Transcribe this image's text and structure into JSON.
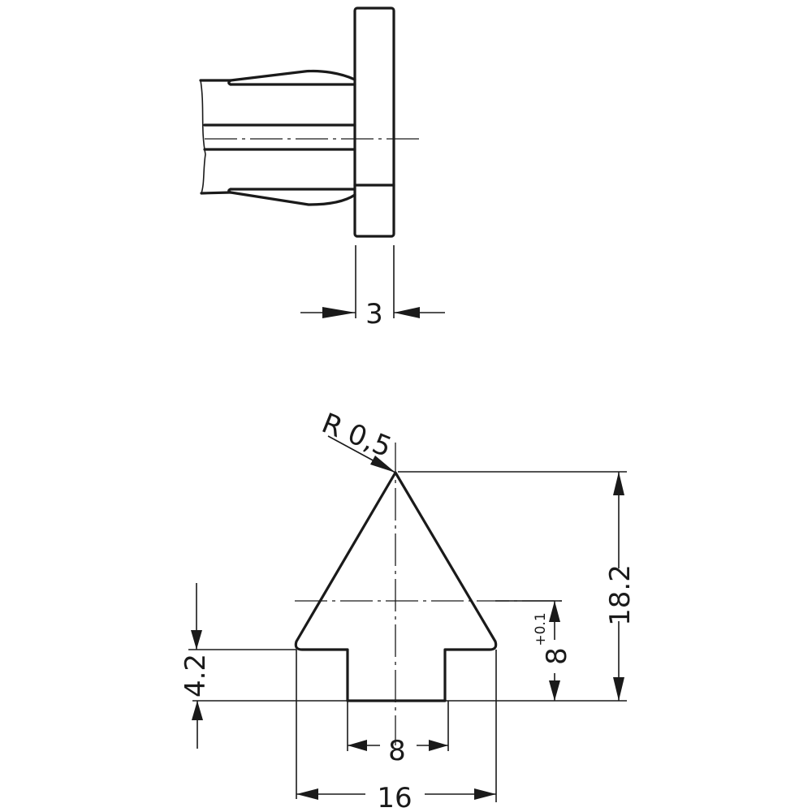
{
  "drawing": {
    "side_view": {
      "dimensions": {
        "flange_thickness": "3"
      }
    },
    "front_view": {
      "dimensions": {
        "tip_radius": "R 0,5",
        "total_height": "18.2",
        "shoulder_height": "8",
        "shoulder_tolerance": "+0.1",
        "stem_height": "4.2",
        "stem_width": "8",
        "total_width": "16"
      }
    },
    "line_color": "#1a1a1a",
    "background": "#ffffff"
  }
}
